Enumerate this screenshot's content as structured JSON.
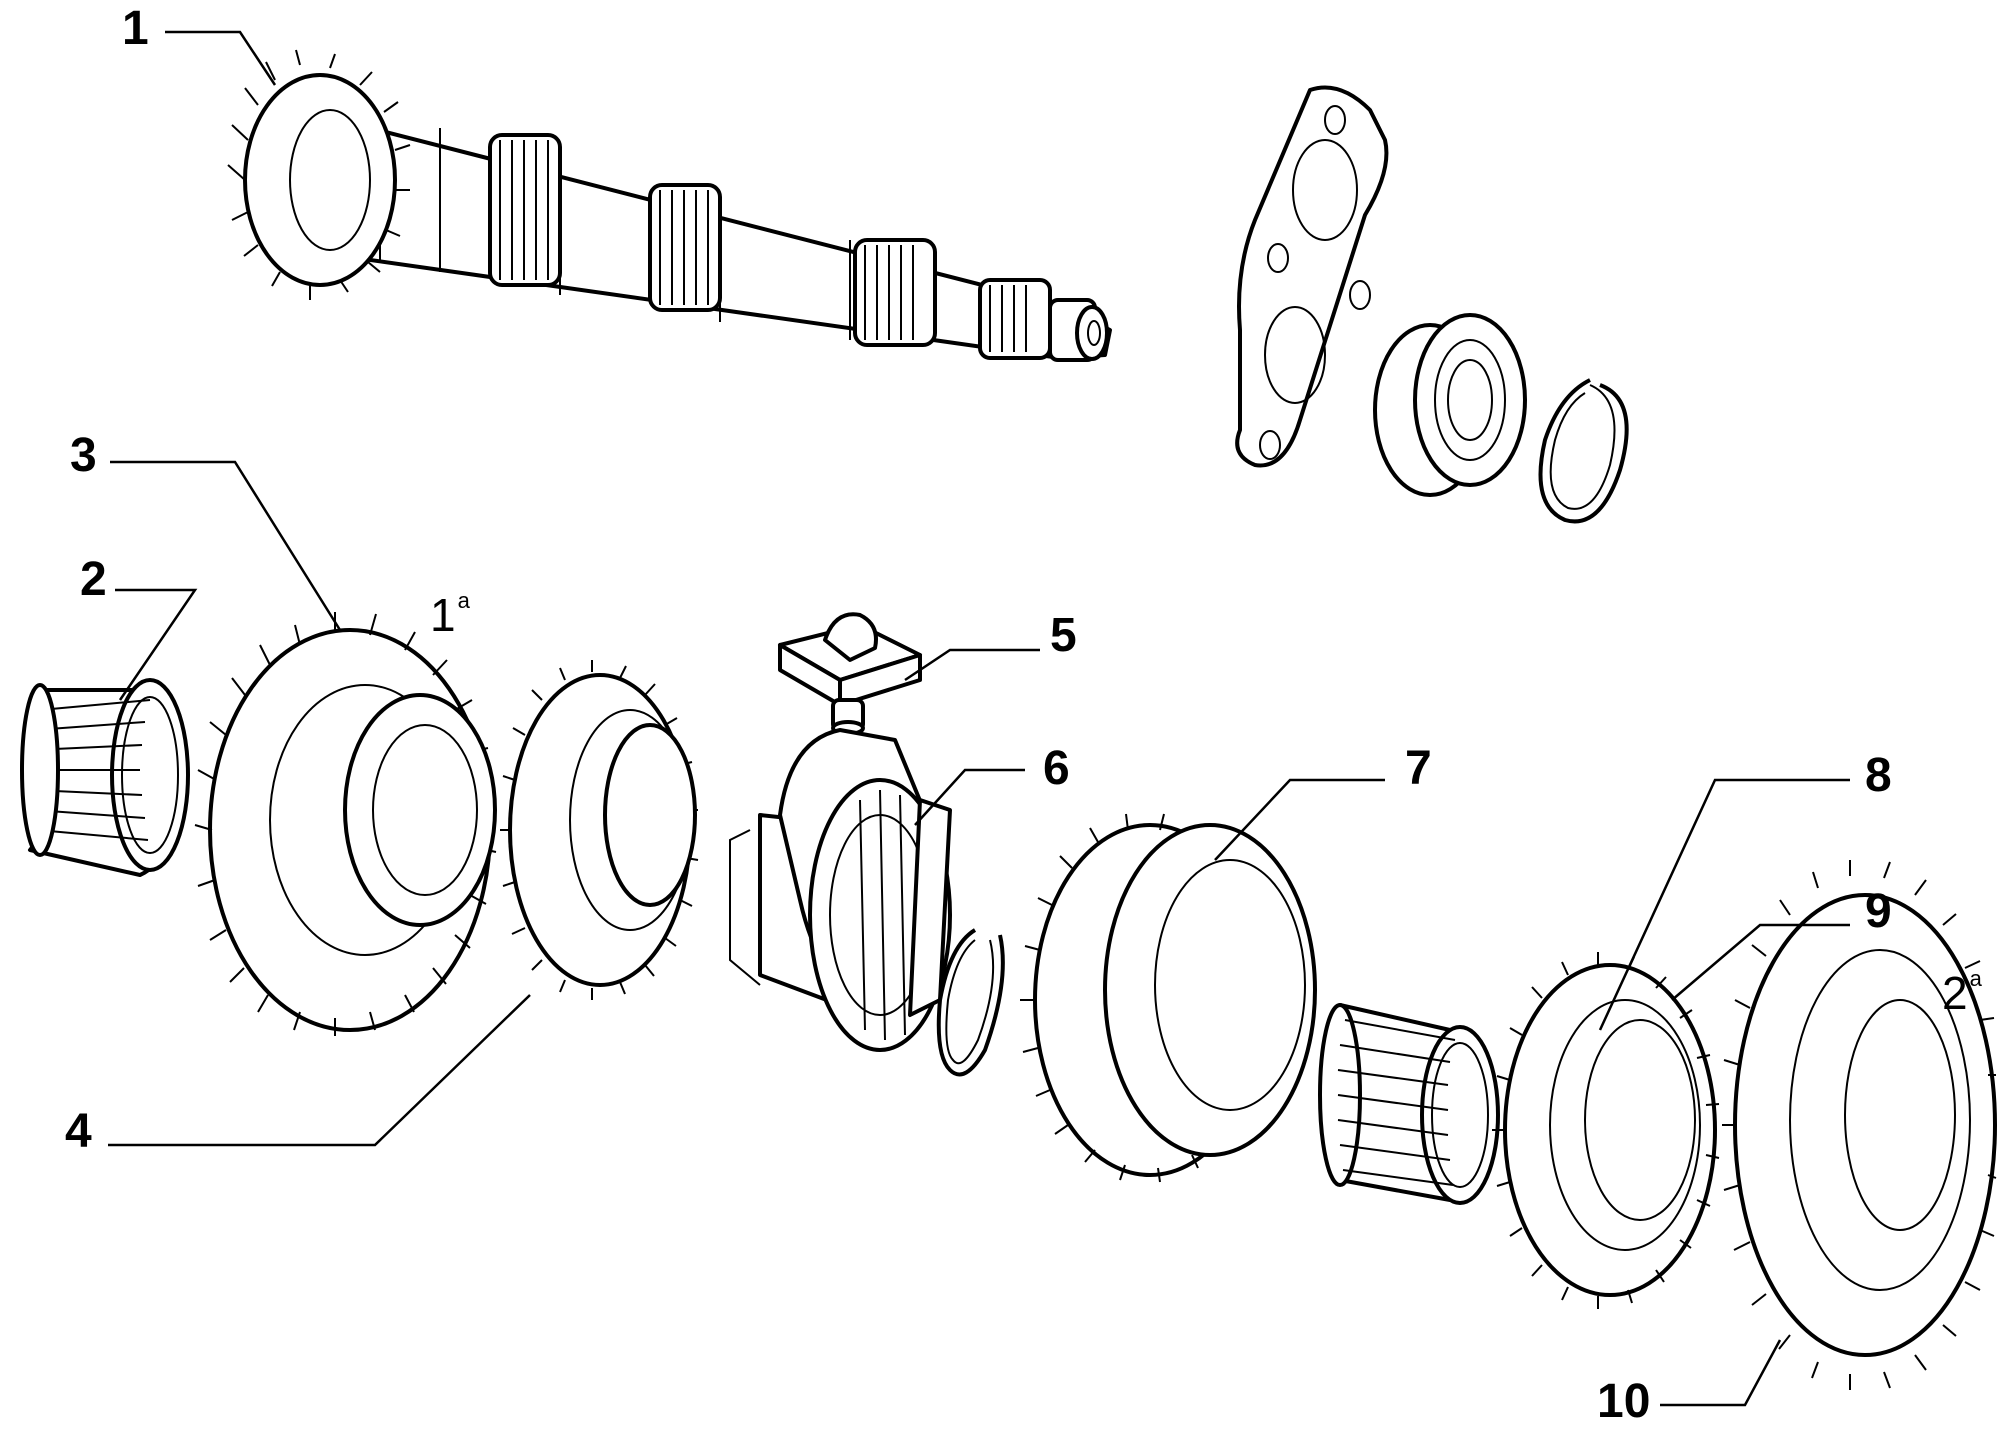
{
  "callouts": {
    "c1": "1",
    "c2": "2",
    "c3": "3",
    "c4": "4",
    "c5": "5",
    "c6": "6",
    "c7": "7",
    "c8": "8",
    "c9": "9",
    "c10": "10"
  },
  "gear_labels": {
    "first": {
      "number": "1",
      "suffix": "a"
    },
    "second": {
      "number": "2",
      "suffix": "a"
    }
  }
}
